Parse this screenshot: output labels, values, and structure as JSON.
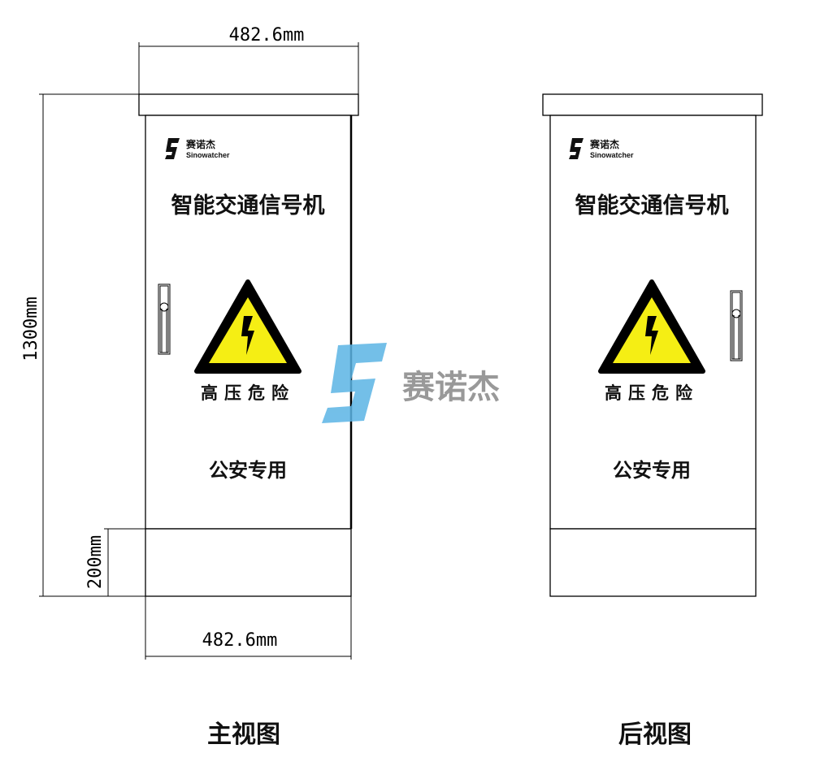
{
  "dimensions": {
    "top_width": "482.6mm",
    "bottom_width": "482.6mm",
    "total_height": "1300mm",
    "base_height": "200mm"
  },
  "panel": {
    "brand_cn": "赛诺杰",
    "brand_en": "Sinowatcher",
    "title": "智能交通信号机",
    "warning": "高压危险",
    "usage": "公安专用"
  },
  "watermark": {
    "text": "赛诺杰",
    "color": "#5bb4e5"
  },
  "views": {
    "front_label": "主视图",
    "rear_label": "后视图"
  },
  "colors": {
    "warning_yellow": "#f5ee14",
    "watermark_blue": "#5bb4e5"
  }
}
